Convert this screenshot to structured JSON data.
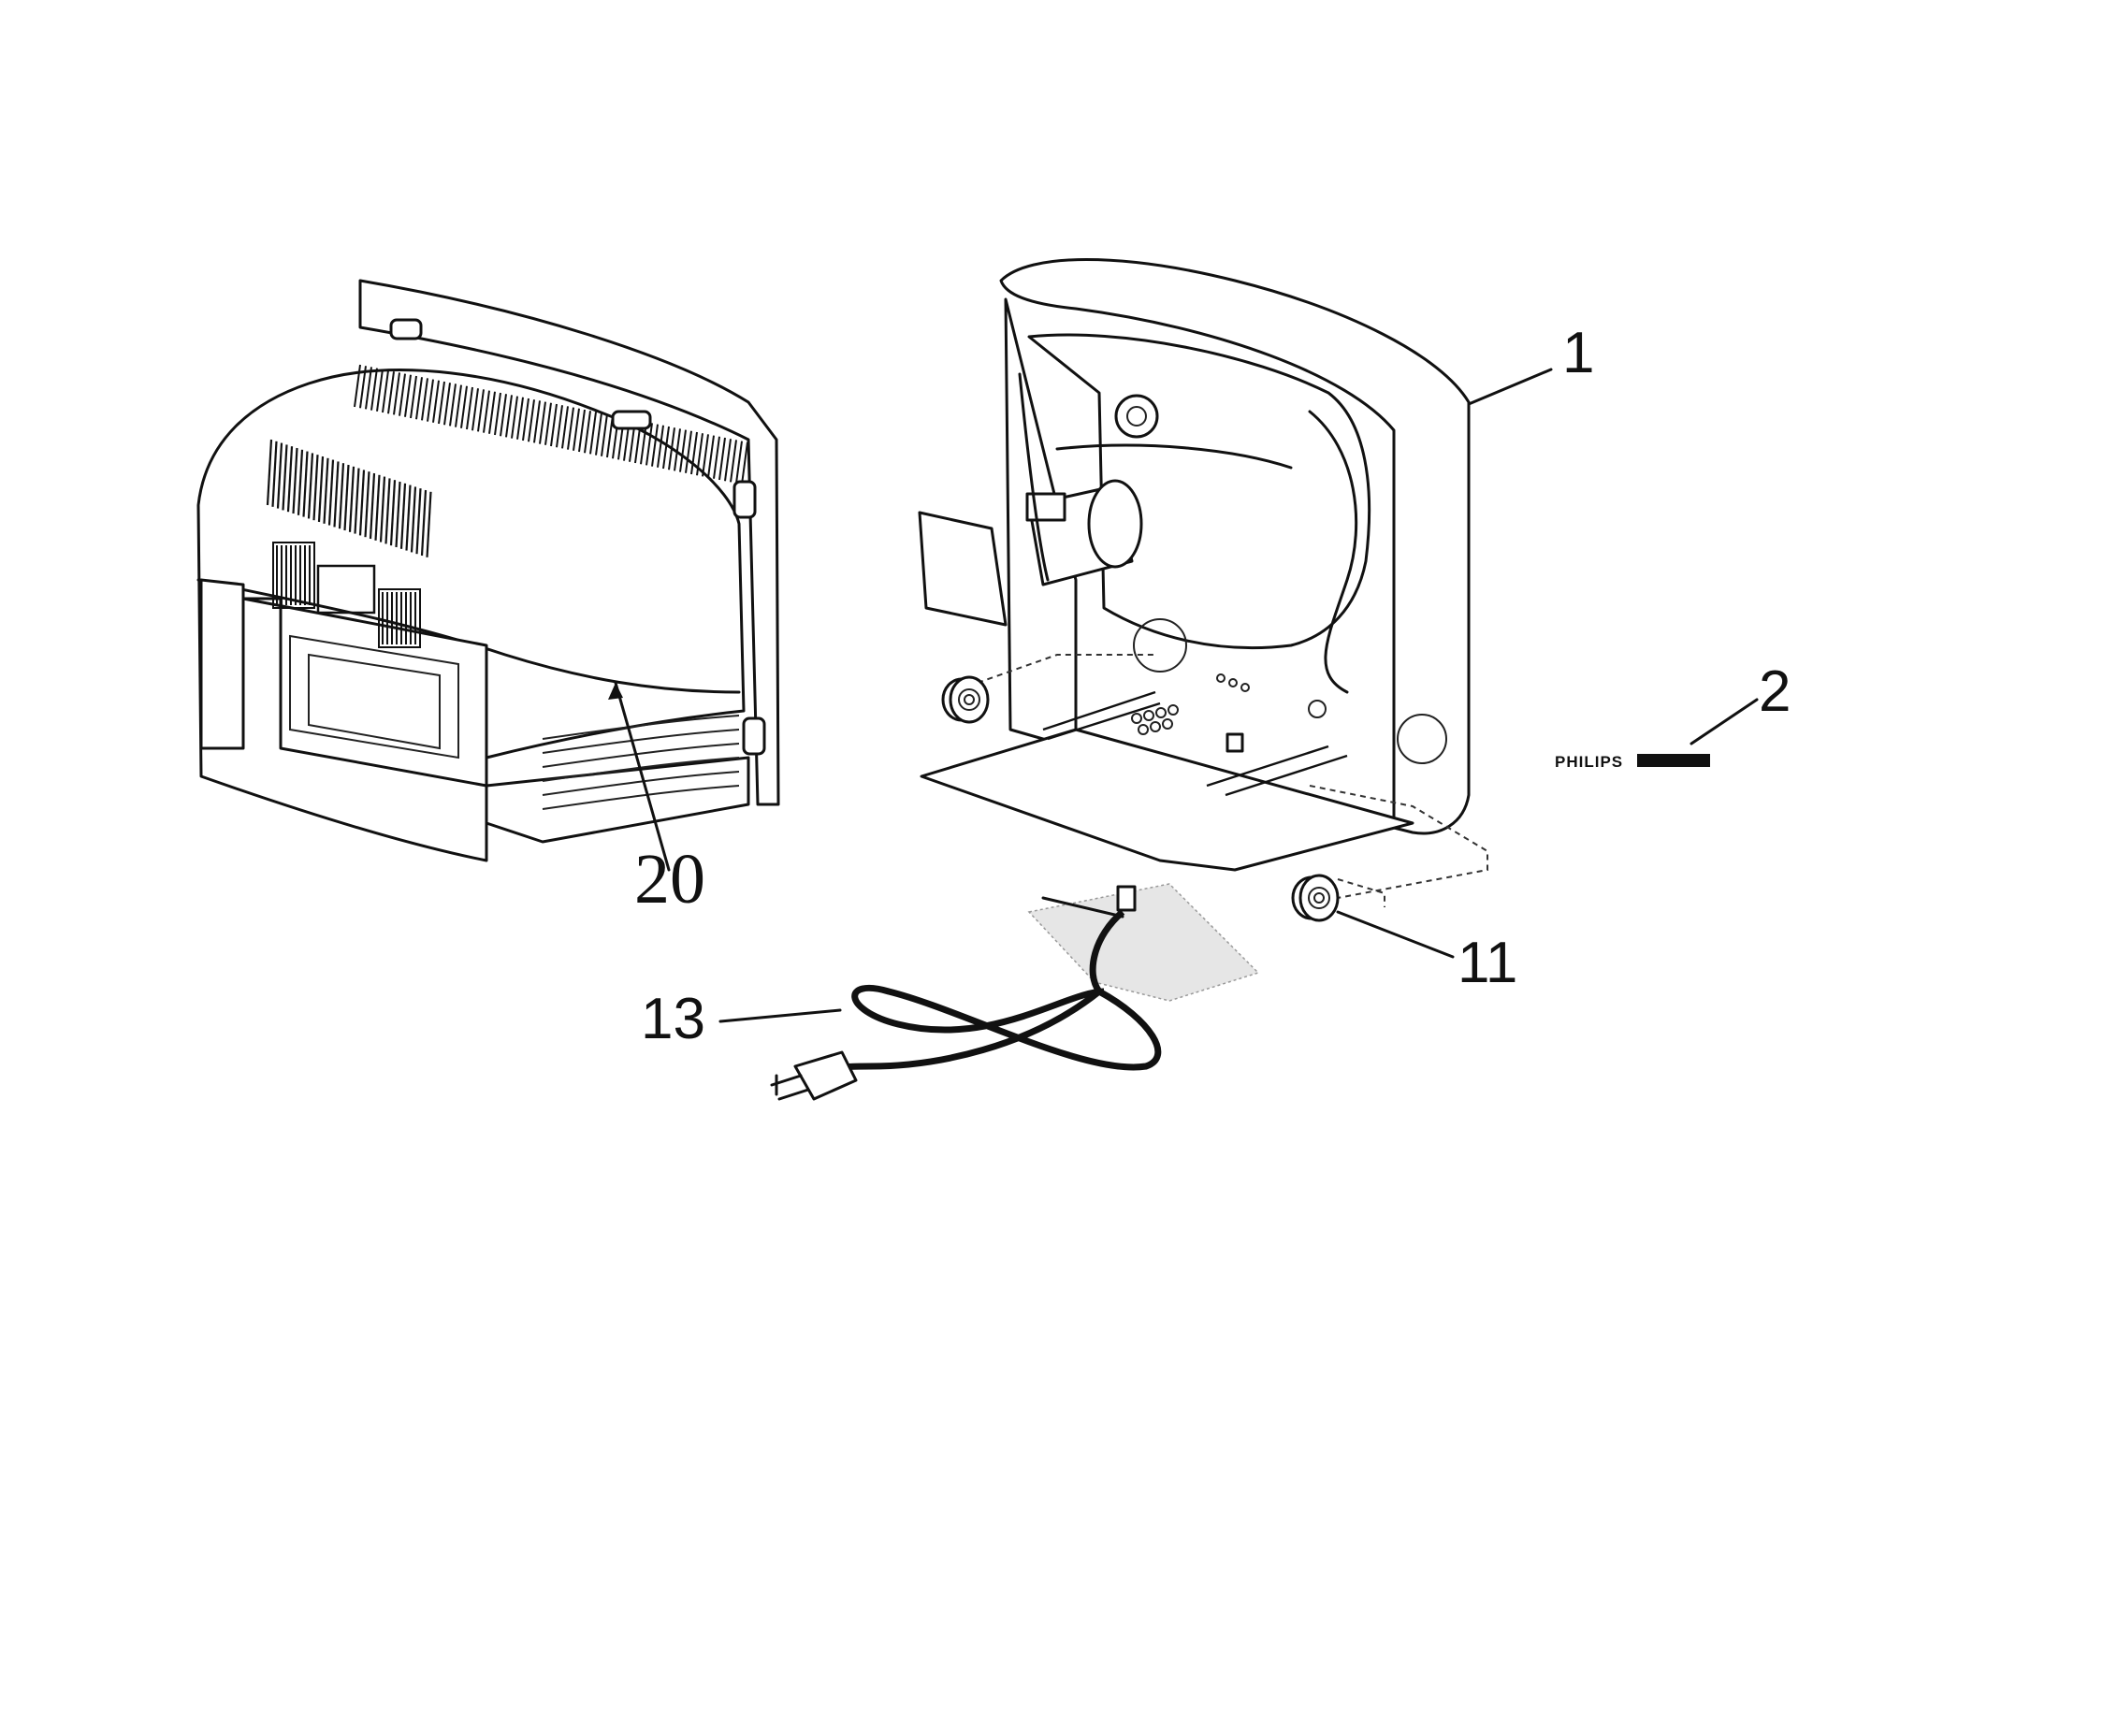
{
  "callouts": {
    "rear_cabinet": "20",
    "front_cabinet": "1",
    "brand_badge": "2",
    "knob": "11",
    "power_cord": "13"
  },
  "badge": {
    "brand_text": "PHILIPS"
  }
}
